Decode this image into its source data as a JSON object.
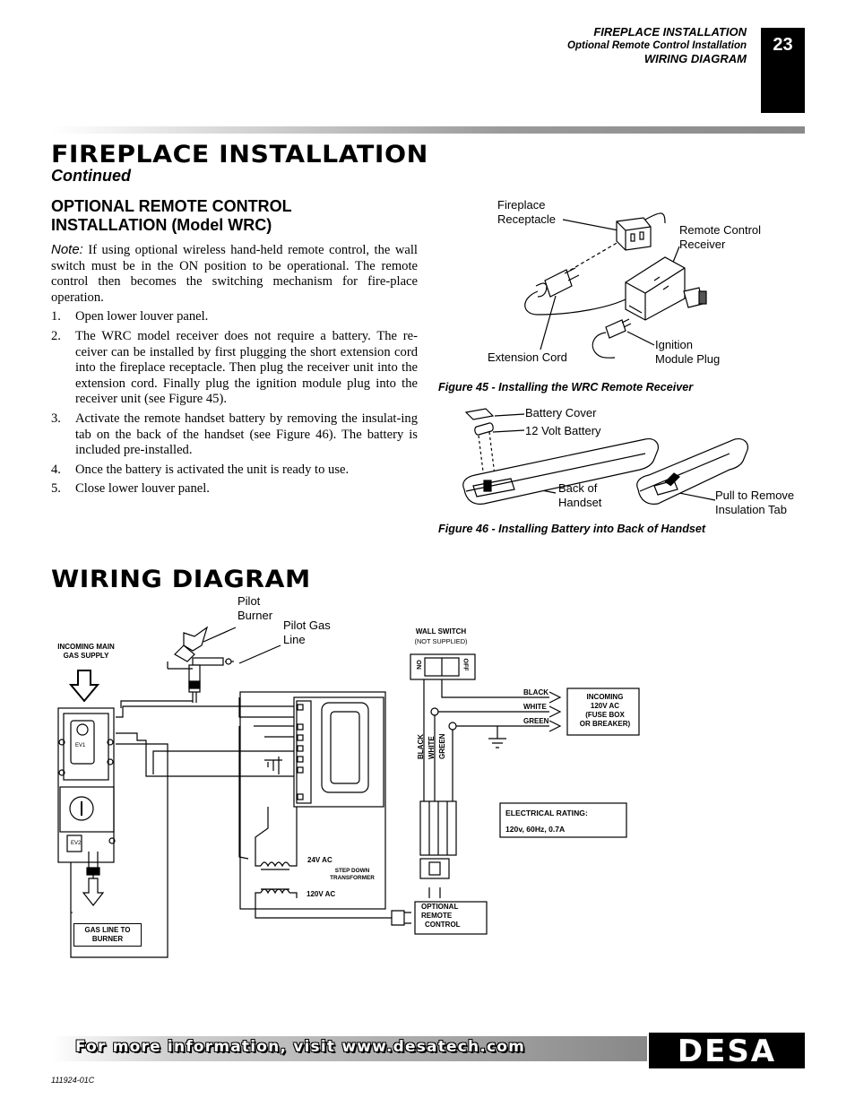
{
  "header": {
    "line1": "FIREPLACE INSTALLATION",
    "line2": "Optional Remote Control Installation",
    "line3": "WIRING DIAGRAM",
    "page_number": "23"
  },
  "main": {
    "title": "FIREPLACE INSTALLATION",
    "subtitle": "Continued",
    "section_line1": "OPTIONAL REMOTE CONTROL",
    "section_line2": "INSTALLATION (Model WRC)",
    "note_label": "Note:",
    "note_text": " If using optional wireless hand-held remote control, the wall switch must be in the ON position to be operational. The remote control then becomes the switching mechanism for fire-place operation.",
    "steps": [
      {
        "num": "1.",
        "text": "Open lower louver panel."
      },
      {
        "num": "2.",
        "text": "The WRC model receiver does not require a battery. The re-ceiver can be installed by first plugging the short extension cord into the fireplace receptacle. Then plug the receiver unit into the extension cord. Finally plug the ignition module plug into the receiver unit (see Figure 45)."
      },
      {
        "num": "3.",
        "text": "Activate the remote handset battery by removing the insulat-ing tab on the back of the handset (see Figure 46). The battery is included pre-installed."
      },
      {
        "num": "4.",
        "text": "Once the battery is activated the unit is ready to use."
      },
      {
        "num": "5.",
        "text": "Close lower louver panel."
      }
    ]
  },
  "figure45": {
    "caption": "Figure 45 - Installing the WRC Remote Receiver",
    "fireplace_receptacle_1": "Fireplace",
    "fireplace_receptacle_2": "Receptacle",
    "remote_receiver_1": "Remote Control",
    "remote_receiver_2": "Receiver",
    "extension_cord": "Extension Cord",
    "ignition_plug_1": "Ignition",
    "ignition_plug_2": "Module Plug"
  },
  "figure46": {
    "caption": "Figure 46 - Installing Battery into Back of Handset",
    "battery_cover": "Battery Cover",
    "battery": "12 Volt Battery",
    "back_handset_1": "Back of",
    "back_handset_2": "Handset",
    "pull_tab_1": "Pull to Remove",
    "pull_tab_2": "Insulation Tab"
  },
  "wiring": {
    "title": "WIRING DIAGRAM",
    "pilot_burner_1": "Pilot",
    "pilot_burner_2": "Burner",
    "pilot_gas_1": "Pilot Gas",
    "pilot_gas_2": "Line",
    "incoming_gas_1": "INCOMING MAIN",
    "incoming_gas_2": "GAS SUPPLY",
    "gas_line_1": "GAS LINE TO",
    "gas_line_2": "BURNER",
    "ev1": "EV1",
    "ev2": "EV2",
    "wall_switch": "WALL SWITCH",
    "not_supplied": "(NOT SUPPLIED)",
    "switch_on": "ON",
    "switch_off": "OFF",
    "black": "BLACK",
    "white": "WHITE",
    "green": "GREEN",
    "incoming_ac_1": "INCOMING",
    "incoming_ac_2": "120V AC",
    "incoming_ac_3": "(FUSE BOX",
    "incoming_ac_4": "OR BREAKER)",
    "electrical_rating_label": "ELECTRICAL RATING:",
    "electrical_rating_value": "120v, 60Hz, 0.7A",
    "v24": "24V AC",
    "step_down_1": "STEP DOWN",
    "step_down_2": "TRANSFORMER",
    "v120": "120V AC",
    "optional_remote_1": "OPTIONAL",
    "optional_remote_2": "REMOTE",
    "optional_remote_3": "CONTROL"
  },
  "footer": {
    "info": "For more information, visit www.desatech.com",
    "doc_number": "111924-01C",
    "logo_text": "DESA"
  }
}
